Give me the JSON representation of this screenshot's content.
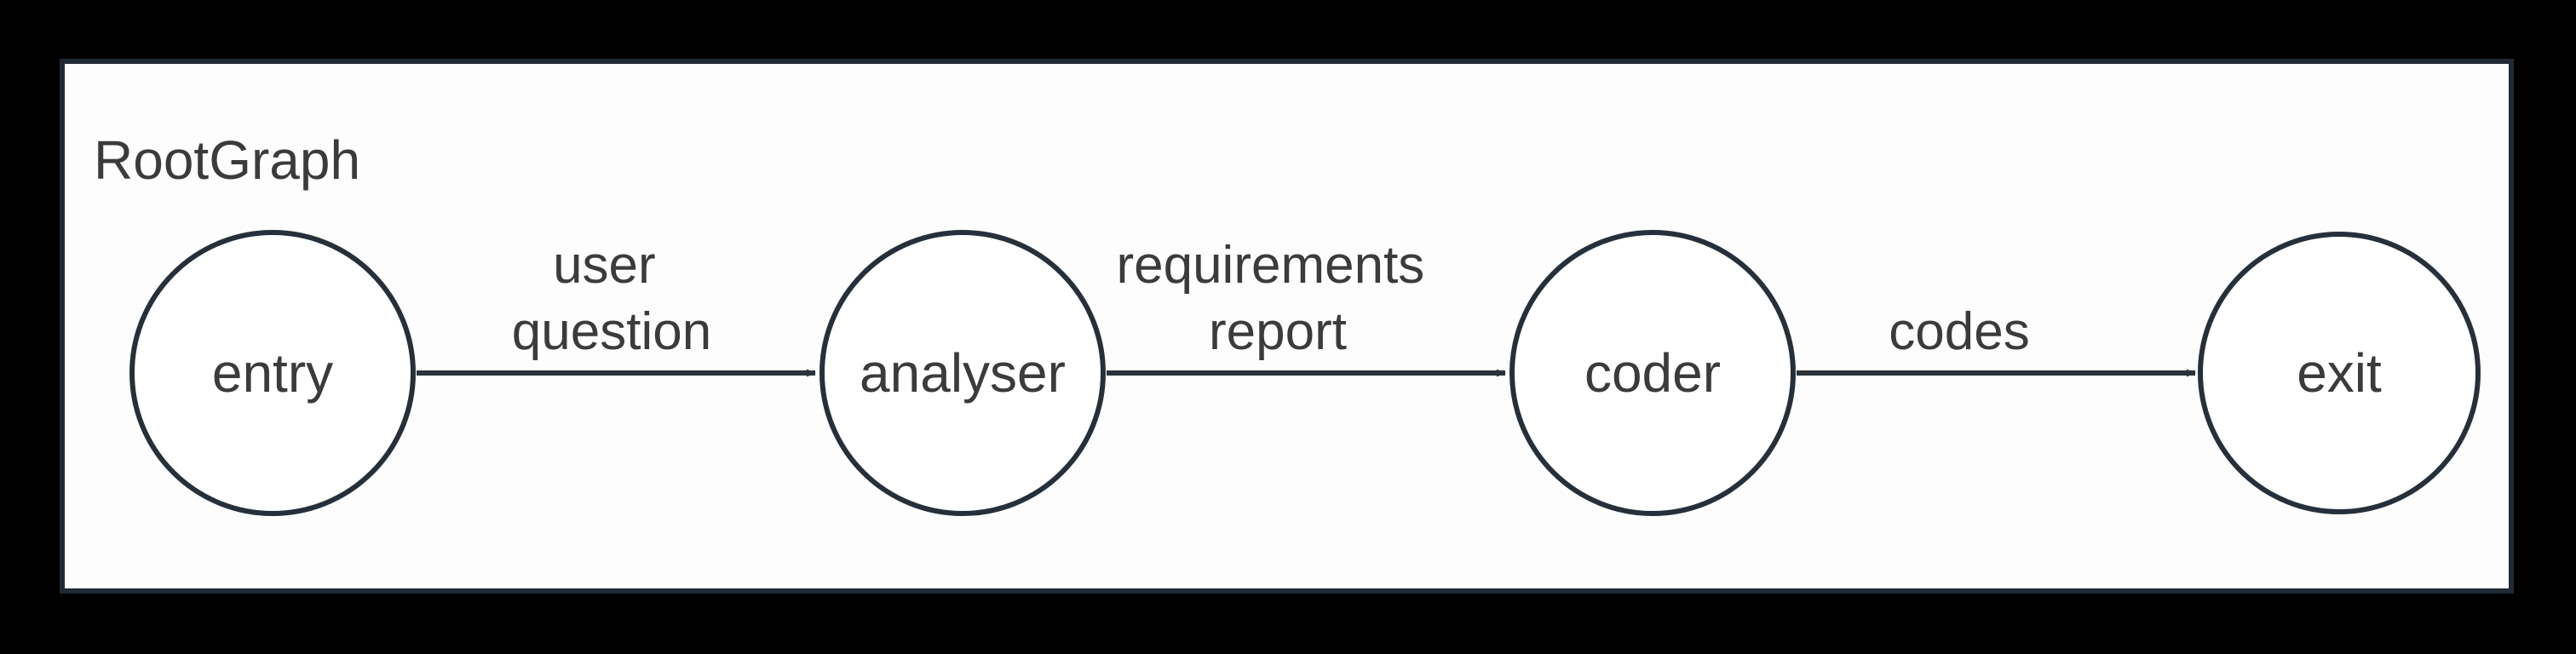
{
  "diagram": {
    "title": "RootGraph",
    "type": "flow-graph",
    "colors": {
      "page_background": "#000000",
      "canvas_fill": "#fdfdfd",
      "node_stroke": "#26303b",
      "edge_stroke": "#2b323a",
      "text": "#3b3b3b"
    },
    "nodes": [
      {
        "id": "entry",
        "label": "entry",
        "shape": "circle"
      },
      {
        "id": "analyser",
        "label": "analyser",
        "shape": "circle"
      },
      {
        "id": "coder",
        "label": "coder",
        "shape": "circle"
      },
      {
        "id": "exit",
        "label": "exit",
        "shape": "circle"
      }
    ],
    "edges": [
      {
        "from": "entry",
        "to": "analyser",
        "label": "user question",
        "lines": [
          "user",
          "question"
        ]
      },
      {
        "from": "analyser",
        "to": "coder",
        "label": "requirements report",
        "lines": [
          "requirements",
          "report"
        ]
      },
      {
        "from": "coder",
        "to": "exit",
        "label": "codes",
        "lines": [
          "codes"
        ]
      }
    ]
  }
}
